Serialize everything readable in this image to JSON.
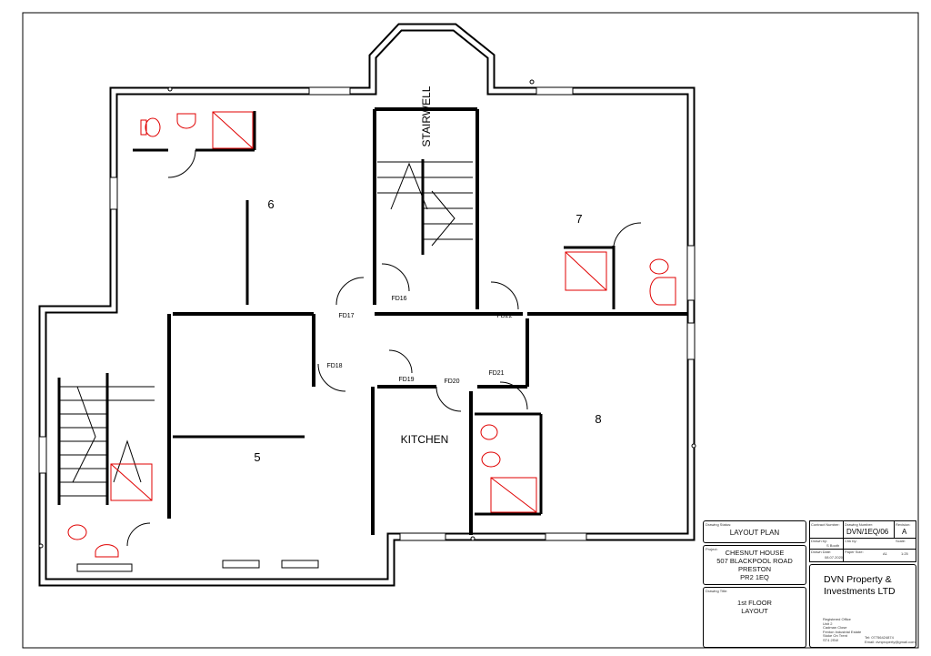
{
  "plan": {
    "rooms": {
      "r6": "6",
      "r7": "7",
      "r8": "8",
      "r5": "5",
      "kitchen": "KITCHEN",
      "stairwell": "STAIRWELL"
    },
    "doors": {
      "fd16": "FD16",
      "fd17": "FD17",
      "fd18": "FD18",
      "fd19": "FD19",
      "fd20": "FD20",
      "fd21": "FD21",
      "fd22": "FD22"
    },
    "fixture_color": "#e00000"
  },
  "title_block": {
    "drawing_status_caption": "Drawing Status:",
    "drawing_status": "LAYOUT PLAN",
    "project_caption": "Project:",
    "project_lines": [
      "CHESNUT HOUSE",
      "507 BLACKPOOL ROAD",
      "PRESTON",
      "PR2 1EQ"
    ],
    "drawing_title_caption": "Drawing Title:",
    "drawing_title_lines": [
      "1st FLOOR",
      "LAYOUT"
    ],
    "contract_number_caption": "Contract Number:",
    "drawing_number_caption": "Drawing Number:",
    "drawing_number": "DVN/1EQ/06",
    "revision_caption": "Revision:",
    "revision": "A",
    "drawn_by_caption": "Drawn by:",
    "drawn_by": "S Booth",
    "chk_by_caption": "Chk by:",
    "scale_caption": "Scale:",
    "scale": "1:25",
    "drawn_date_caption": "Drawn Date:",
    "drawn_date": "08.07.2020",
    "paper_size_caption": "Paper Size:",
    "paper_size": "A1",
    "company_lines": [
      "DVN Property &",
      "Investments LTD"
    ],
    "registered_office": [
      "Registered Office",
      "Unit 2",
      "Cadman Close",
      "Fenton Industrial Estate",
      "Stoke On Trent",
      "ST4 2SW"
    ],
    "contact": [
      "Tel: 07756424874",
      "Email: dvnproperty@gmail.com"
    ]
  }
}
